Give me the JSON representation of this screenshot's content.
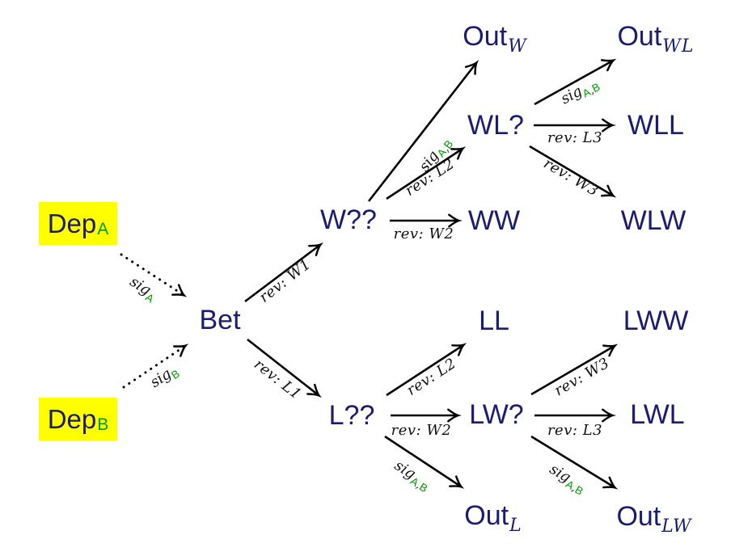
{
  "diagram": {
    "colors": {
      "background": "#ffffff",
      "node_text": "#1b1b72",
      "signal_green": "#009b00",
      "highlight_yellow": "#ffff00",
      "edge_black": "#000000"
    },
    "nodes": {
      "dep_a": {
        "main": "Dep",
        "sub": "A"
      },
      "dep_b": {
        "main": "Dep",
        "sub": "B"
      },
      "bet": {
        "main": "Bet"
      },
      "w_unknown": {
        "main": "W??"
      },
      "out_w": {
        "main": "Out",
        "sub": "W"
      },
      "wl_unknown": {
        "main": "WL?"
      },
      "out_wl": {
        "main": "Out",
        "sub": "WL"
      },
      "wll": {
        "main": "WLL"
      },
      "ww": {
        "main": "WW"
      },
      "wlw": {
        "main": "WLW"
      },
      "ll": {
        "main": "LL"
      },
      "lww": {
        "main": "LWW"
      },
      "l_unknown": {
        "main": "L??"
      },
      "lw_unknown": {
        "main": "LW?"
      },
      "lwl": {
        "main": "LWL"
      },
      "out_l": {
        "main": "Out",
        "sub": "L"
      },
      "out_lw": {
        "main": "Out",
        "sub": "LW"
      }
    },
    "edge_labels": {
      "sig_a": {
        "prefix": "sig",
        "sub": "A"
      },
      "sig_b": {
        "prefix": "sig",
        "sub": "B"
      },
      "sig_ab": {
        "prefix": "sig",
        "sub_a": "A",
        "comma": ",",
        "sub_b": "B"
      },
      "rev_w1": "rev: W1",
      "rev_l1": "rev: L1",
      "rev_w2": "rev: W2",
      "rev_l2": "rev: L2",
      "rev_w3": "rev: W3",
      "rev_l3": "rev: L3"
    }
  }
}
